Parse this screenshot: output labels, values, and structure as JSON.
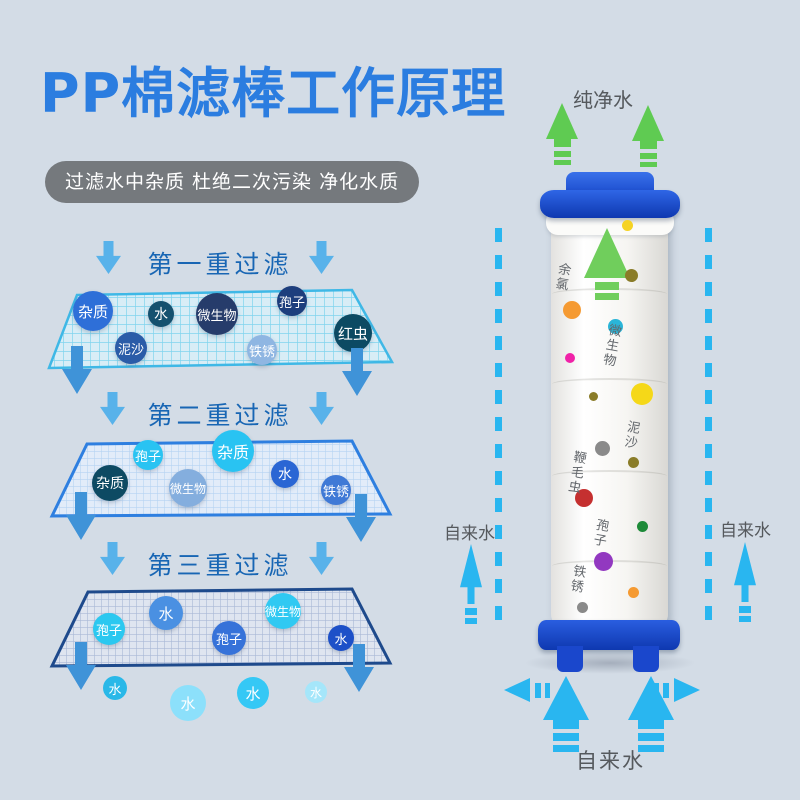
{
  "header": {
    "title": "PP棉滤棒工作原理",
    "subtitle": "过滤水中杂质 杜绝二次污染 净化水质"
  },
  "sections": [
    {
      "title": "第一重过滤",
      "particles": [
        "杂质",
        "水",
        "微生物",
        "孢子",
        "红虫",
        "泥沙",
        "铁锈"
      ]
    },
    {
      "title": "第二重过滤",
      "particles": [
        "孢子",
        "杂质",
        "杂质",
        "微生物",
        "水",
        "铁锈"
      ]
    },
    {
      "title": "第三重过滤",
      "particles": [
        "水",
        "孢子",
        "孢子",
        "微生物",
        "水"
      ]
    }
  ],
  "water_out": [
    "水",
    "水",
    "水",
    "水"
  ],
  "filter": {
    "output_label": "纯净水",
    "input_label_left": "自来水",
    "input_label_right": "自来水",
    "input_label_bottom": "自来水",
    "contaminant_labels": [
      "余氯",
      "微生物",
      "泥沙",
      "鞭毛虫",
      "孢子",
      "铁锈"
    ]
  },
  "palette": {
    "background": "#d3dce6",
    "title_blue": "#2b7de0",
    "section_title_blue": "#1866b4",
    "pill_gray": "#75797d",
    "mesh1_border": "#3fb8e6",
    "mesh2_border": "#2e7fe0",
    "mesh3_border": "#1e4a8c",
    "flow_cyan": "#29b6f0",
    "pure_green": "#5fcb52",
    "cap_blue": "#1a4fd6"
  }
}
